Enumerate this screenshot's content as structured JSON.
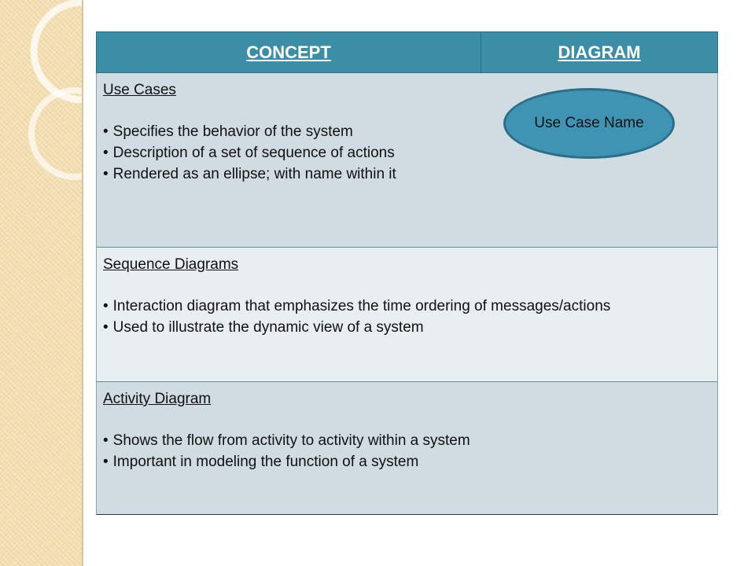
{
  "table": {
    "header": {
      "concept": "CONCEPT",
      "diagram": "DIAGRAM"
    },
    "rows": [
      {
        "title": "Use Cases",
        "bullets": [
          "Specifies the behavior of the system",
          "Description of a set of sequence of actions",
          "Rendered as an ellipse; with name within it"
        ],
        "diagram_label": "Use Case Name"
      },
      {
        "title": "Sequence Diagrams",
        "bullets": [
          "Interaction diagram that emphasizes the time ordering of messages/actions",
          "Used to illustrate the dynamic view of a system"
        ]
      },
      {
        "title": "Activity Diagram",
        "bullets": [
          "Shows the flow from activity to activity within a system",
          "Important in modeling the function of a system"
        ]
      }
    ]
  },
  "colors": {
    "header_bg": "#3b8ea5",
    "header_text": "#ffffff",
    "row_dark": "#d0dce2",
    "row_light": "#e8eef1",
    "ellipse_fill": "#3f94b4",
    "side_band": "#f3deb0"
  }
}
